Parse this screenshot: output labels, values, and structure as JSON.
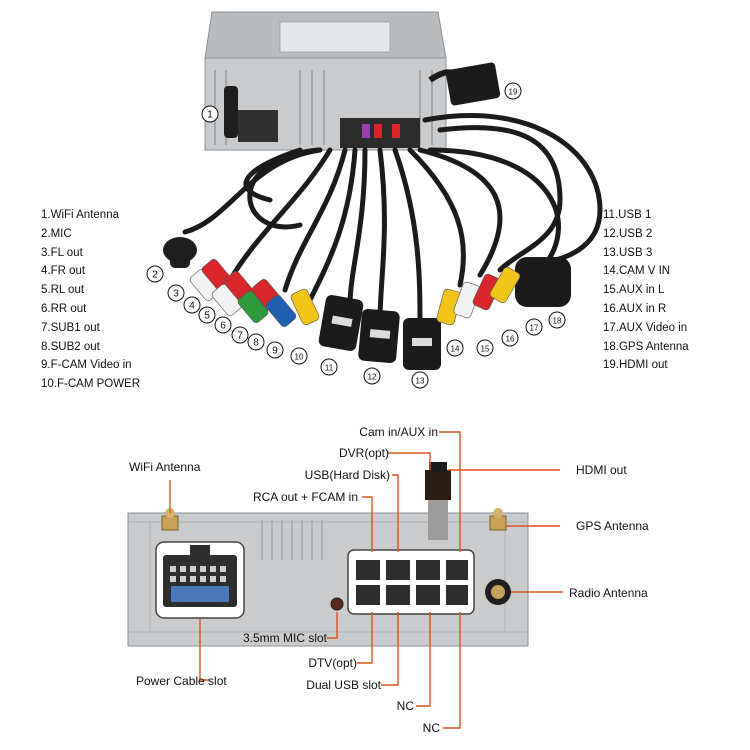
{
  "legend_left": [
    "1.WiFi Antenna",
    "2.MIC",
    "3.FL out",
    "4.FR out",
    "5.RL out",
    "6.RR out",
    "7.SUB1 out",
    "8.SUB2 out",
    "9.F-CAM Video in",
    "10.F-CAM POWER"
  ],
  "legend_right": [
    "11.USB 1",
    "12.USB 2",
    "13.USB 3",
    "14.CAM V IN",
    "15.AUX in L",
    "16.AUX in R",
    "17.AUX Video in",
    "18.GPS Antenna",
    "19.HDMI out"
  ],
  "callout_numbers": [
    "1",
    "2",
    "3",
    "4",
    "5",
    "6",
    "7",
    "8",
    "9",
    "10",
    "11",
    "12",
    "13",
    "14",
    "15",
    "16",
    "17",
    "18",
    "19"
  ],
  "bottom_labels": {
    "wifi_antenna": "WiFi Antenna",
    "cam_aux_in": "Cam in/AUX in",
    "dvr": "DVR(opt)",
    "usb_hard_disk": "USB(Hard Disk)",
    "rca_out_fcam": "RCA out + FCAM in",
    "hdmi_out": "HDMI out",
    "gps_antenna": "GPS Antenna",
    "radio_antenna": "Radio Antenna",
    "mic_slot": "3.5mm MIC slot",
    "dtv": "DTV(opt)",
    "power_cable_slot": "Power Cable slot",
    "dual_usb_slot": "Dual USB slot",
    "nc_1": "NC",
    "nc_2": "NC"
  },
  "colors": {
    "callout_line": "#d9541e",
    "unit_body": "#c9cbcd",
    "rca_red": "#d8262c",
    "rca_white": "#f2f2f2",
    "rca_yellow": "#f0c419",
    "rca_green": "#2f9a3c",
    "rca_blue": "#1f5fae",
    "cable": "#1b1b1b"
  }
}
